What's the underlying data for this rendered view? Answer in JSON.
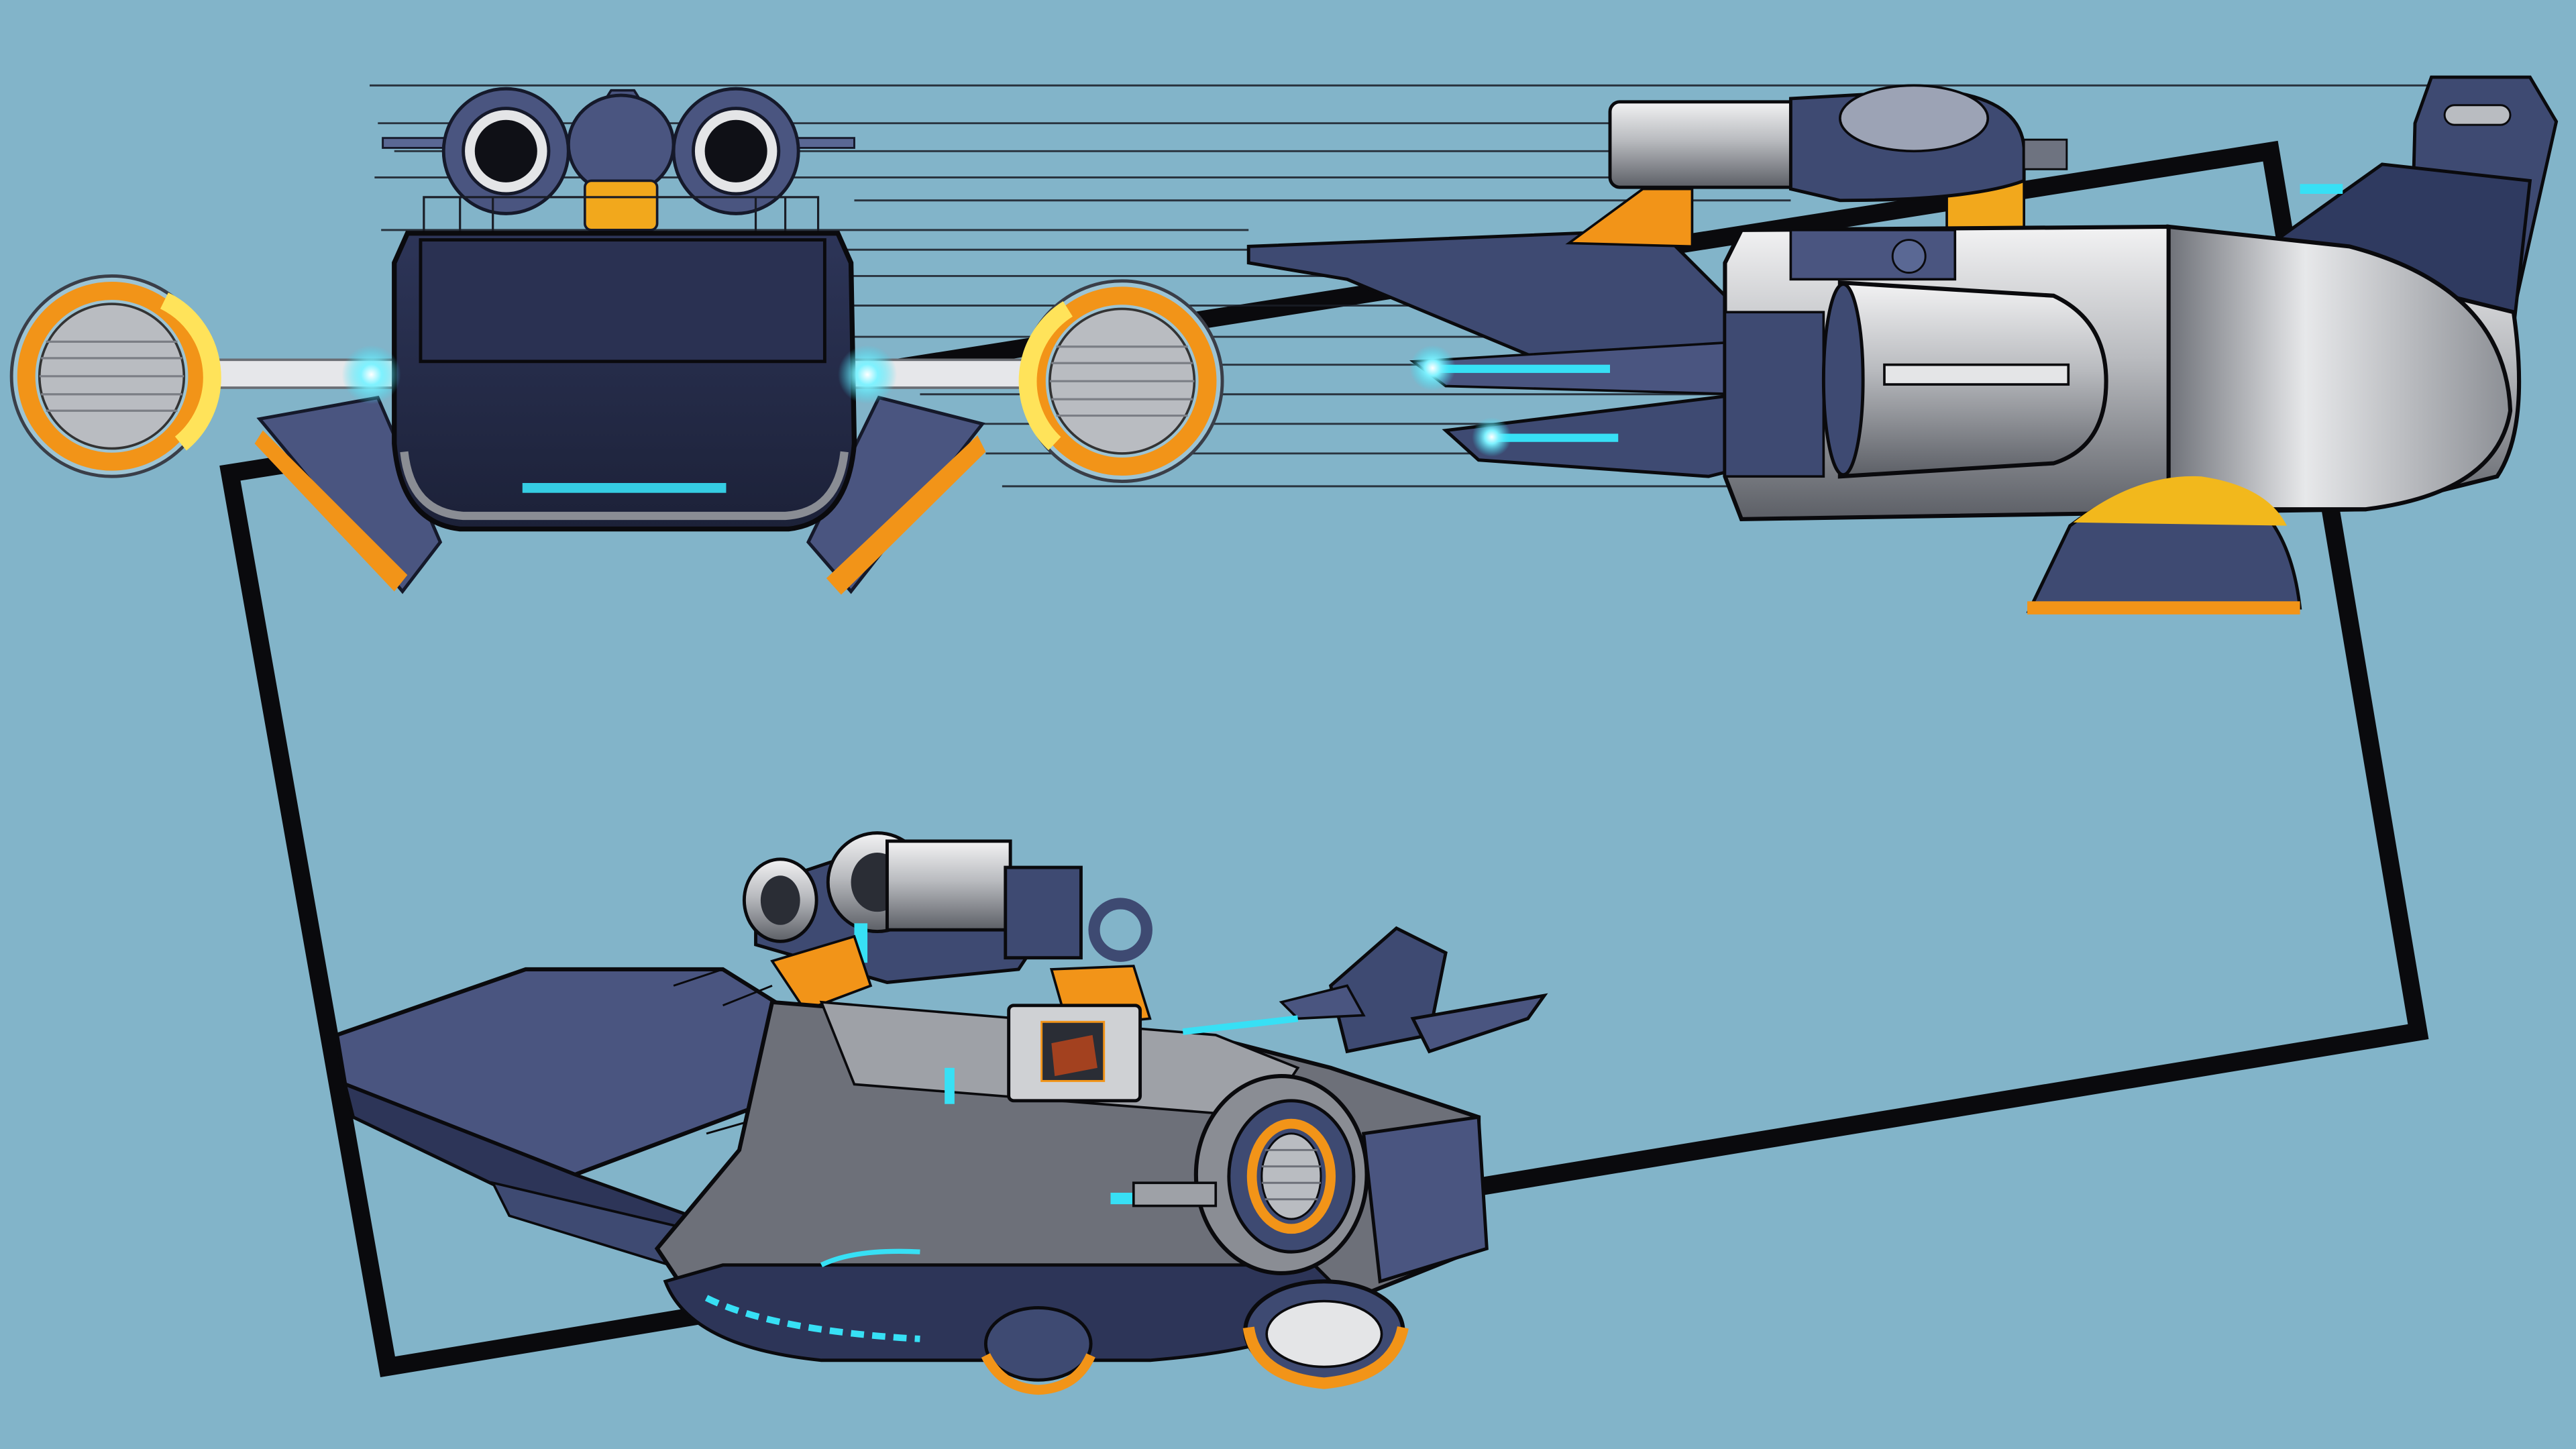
{
  "canvas": {
    "background": "#82b4c9"
  },
  "palette": {
    "hull_navy": "#3e4a72",
    "hull_navy_dark": "#252c4a",
    "hull_navy_light": "#5a6894",
    "metal_grey": "#a7a9ad",
    "metal_light": "#e4e5e7",
    "metal_dark": "#5c5f66",
    "accent_orange": "#f29418",
    "accent_yellow": "#ffe35a",
    "glow_cyan": "#37e0f5",
    "outline": "#0a0a0d"
  },
  "figures": {
    "frame": {
      "label": "black-outline-frame"
    },
    "front_view": {
      "label": "hovercraft-front-view"
    },
    "side_view": {
      "label": "hovercraft-side-view"
    },
    "perspective_view": {
      "label": "hovercraft-three-quarter-view"
    }
  }
}
